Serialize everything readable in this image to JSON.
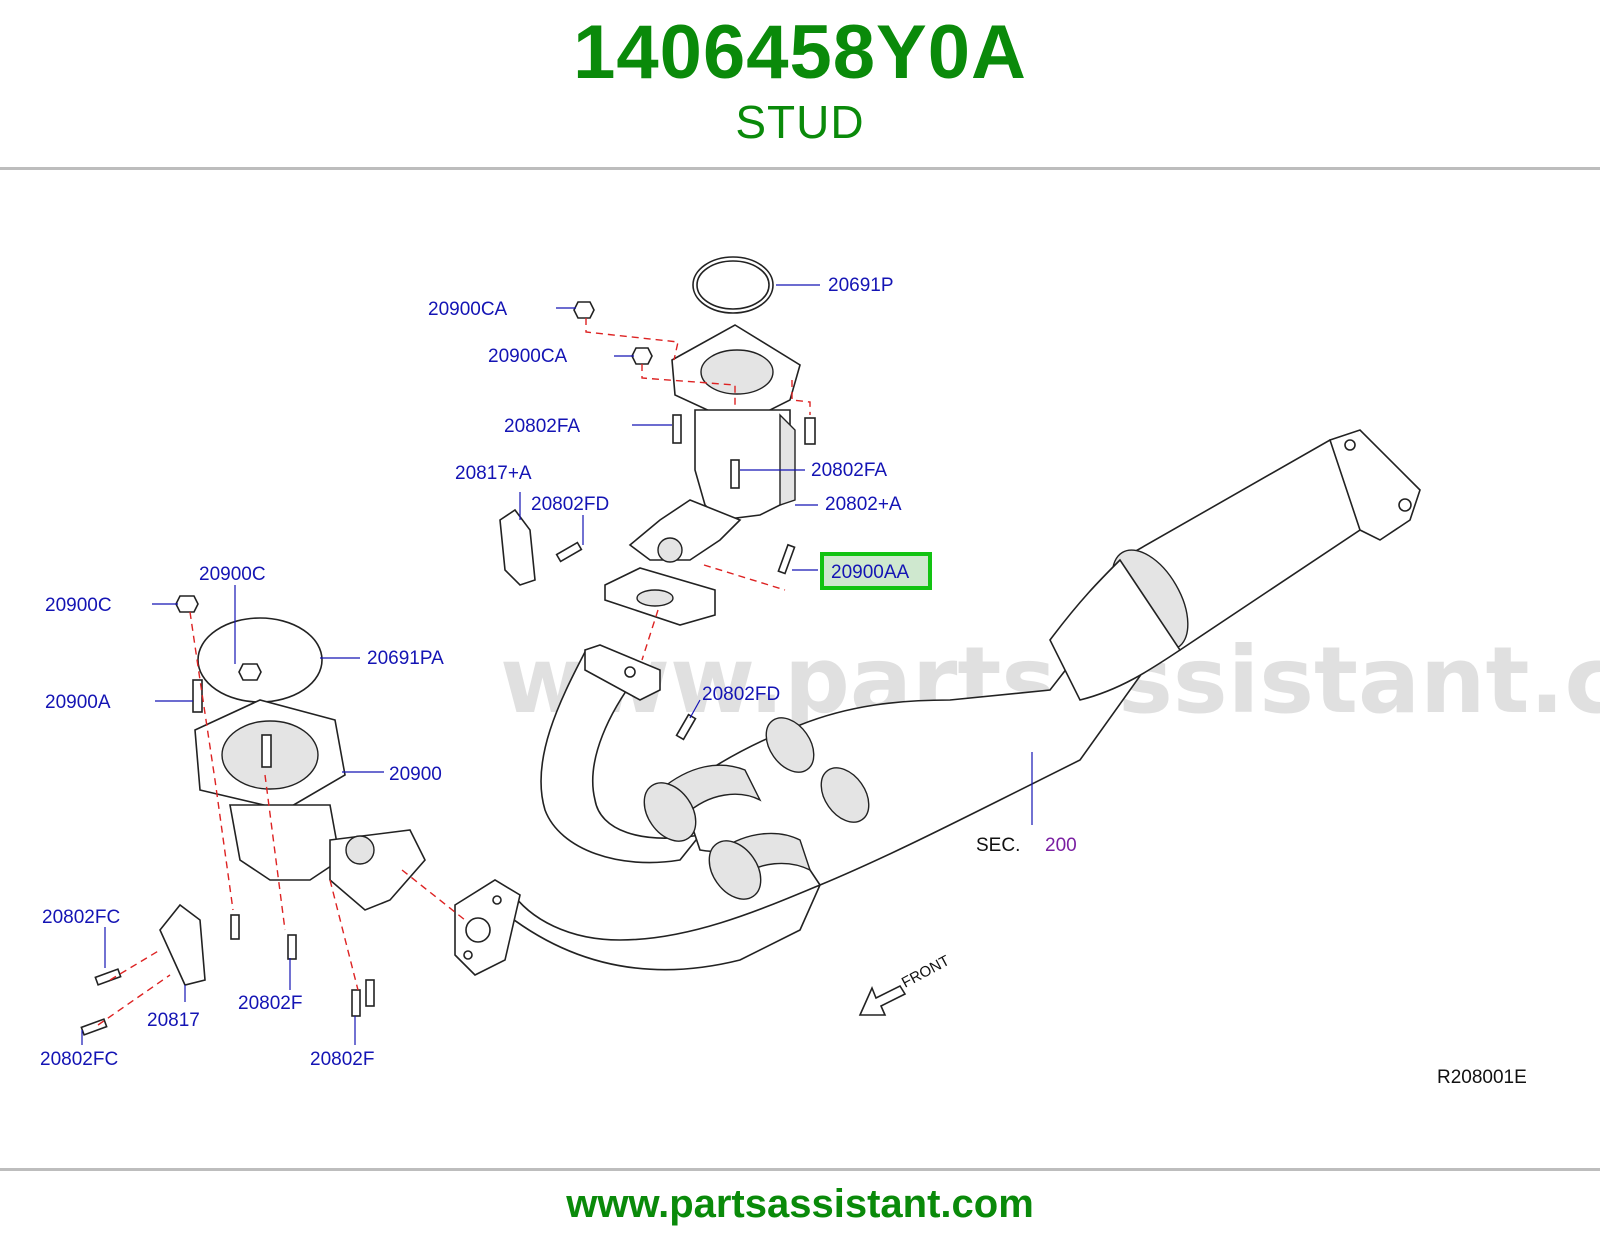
{
  "header": {
    "part_number": "1406458Y0A",
    "part_name": "STUD"
  },
  "footer": {
    "url": "www.partsassistant.com"
  },
  "diagram": {
    "watermark": "www.partsassistant.com",
    "reference_code": "R208001E",
    "front_label": "FRONT",
    "sec_label": "SEC.",
    "sec_number": "200",
    "highlighted_callout": "20900AA",
    "callouts": {
      "c_20691P": "20691P",
      "c_20900CA_1": "20900CA",
      "c_20900CA_2": "20900CA",
      "c_20802FA_1": "20802FA",
      "c_20802FA_2": "20802FA",
      "c_20817A": "20817+A",
      "c_20802FD_1": "20802FD",
      "c_20802A": "20802+A",
      "c_20900AA": "20900AA",
      "c_20900C_1": "20900C",
      "c_20900C_2": "20900C",
      "c_20691PA": "20691PA",
      "c_20900A": "20900A",
      "c_20802FD_2": "20802FD",
      "c_20900": "20900",
      "c_20802FC_1": "20802FC",
      "c_20817": "20817",
      "c_20802F_1": "20802F",
      "c_20802FC_2": "20802FC",
      "c_20802F_2": "20802F"
    },
    "colors": {
      "title_green": "#0a8a0a",
      "callout_blue": "#1414b4",
      "highlight_green": "#12c312",
      "highlight_fill": "#cfe8cf",
      "leader_red": "#d22222",
      "sec_purple": "#7a1fa2"
    }
  }
}
